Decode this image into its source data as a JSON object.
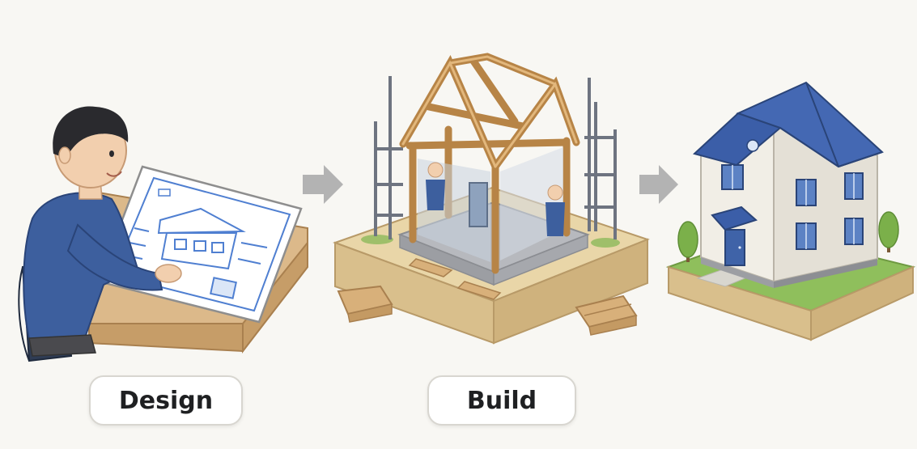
{
  "steps": [
    {
      "id": "design",
      "label": "Design",
      "icon": "designer-at-drafting-table-icon"
    },
    {
      "id": "build",
      "label": "Build",
      "icon": "house-frame-under-construction-icon"
    },
    {
      "id": "complete",
      "label": "",
      "icon": "finished-house-icon"
    }
  ],
  "connectors": [
    "arrow-right-icon",
    "arrow-right-icon"
  ],
  "colors": {
    "background": "#f8f7f3",
    "label_border": "#d8d6d0",
    "label_text": "#1f2022",
    "shirt_blue": "#3d5f9e",
    "blueprint_blue": "#4f7fd1",
    "timber": "#d4a56a",
    "roof_blue": "#3b5ea8",
    "wall_cream": "#f1eee6",
    "grass": "#8fbf5c",
    "arrow_gray": "#b3b3b3"
  }
}
